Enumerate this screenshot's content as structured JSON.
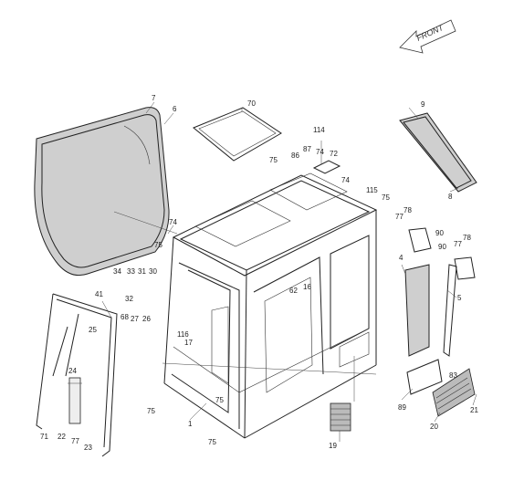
{
  "front_label": "FRONT",
  "callouts": [
    {
      "id": "c1",
      "text": "1"
    },
    {
      "id": "c4",
      "text": "4"
    },
    {
      "id": "c5",
      "text": "5"
    },
    {
      "id": "c6",
      "text": "6"
    },
    {
      "id": "c7",
      "text": "7"
    },
    {
      "id": "c8",
      "text": "8"
    },
    {
      "id": "c9",
      "text": "9"
    },
    {
      "id": "c16",
      "text": "16"
    },
    {
      "id": "c17",
      "text": "17"
    },
    {
      "id": "c19",
      "text": "19"
    },
    {
      "id": "c20",
      "text": "20"
    },
    {
      "id": "c21",
      "text": "21"
    },
    {
      "id": "c22",
      "text": "22"
    },
    {
      "id": "c23",
      "text": "23"
    },
    {
      "id": "c24",
      "text": "24"
    },
    {
      "id": "c25",
      "text": "25"
    },
    {
      "id": "c26",
      "text": "26"
    },
    {
      "id": "c27",
      "text": "27"
    },
    {
      "id": "c30",
      "text": "30"
    },
    {
      "id": "c31",
      "text": "31"
    },
    {
      "id": "c32",
      "text": "32"
    },
    {
      "id": "c33",
      "text": "33"
    },
    {
      "id": "c34",
      "text": "34"
    },
    {
      "id": "c41",
      "text": "41"
    },
    {
      "id": "c62",
      "text": "62"
    },
    {
      "id": "c68",
      "text": "68"
    },
    {
      "id": "c70",
      "text": "70"
    },
    {
      "id": "c71",
      "text": "71"
    },
    {
      "id": "c72",
      "text": "72"
    },
    {
      "id": "c74a",
      "text": "74"
    },
    {
      "id": "c74b",
      "text": "74"
    },
    {
      "id": "c74c",
      "text": "74"
    },
    {
      "id": "c75a",
      "text": "75"
    },
    {
      "id": "c75b",
      "text": "75"
    },
    {
      "id": "c75c",
      "text": "75"
    },
    {
      "id": "c75d",
      "text": "75"
    },
    {
      "id": "c75e",
      "text": "75"
    },
    {
      "id": "c75f",
      "text": "75"
    },
    {
      "id": "c77a",
      "text": "77"
    },
    {
      "id": "c77b",
      "text": "77"
    },
    {
      "id": "c77c",
      "text": "77"
    },
    {
      "id": "c78a",
      "text": "78"
    },
    {
      "id": "c78b",
      "text": "78"
    },
    {
      "id": "c83",
      "text": "83"
    },
    {
      "id": "c86",
      "text": "86"
    },
    {
      "id": "c87",
      "text": "87"
    },
    {
      "id": "c89",
      "text": "89"
    },
    {
      "id": "c90a",
      "text": "90"
    },
    {
      "id": "c90b",
      "text": "90"
    },
    {
      "id": "c114",
      "text": "114"
    },
    {
      "id": "c115",
      "text": "115"
    },
    {
      "id": "c116",
      "text": "116"
    }
  ]
}
